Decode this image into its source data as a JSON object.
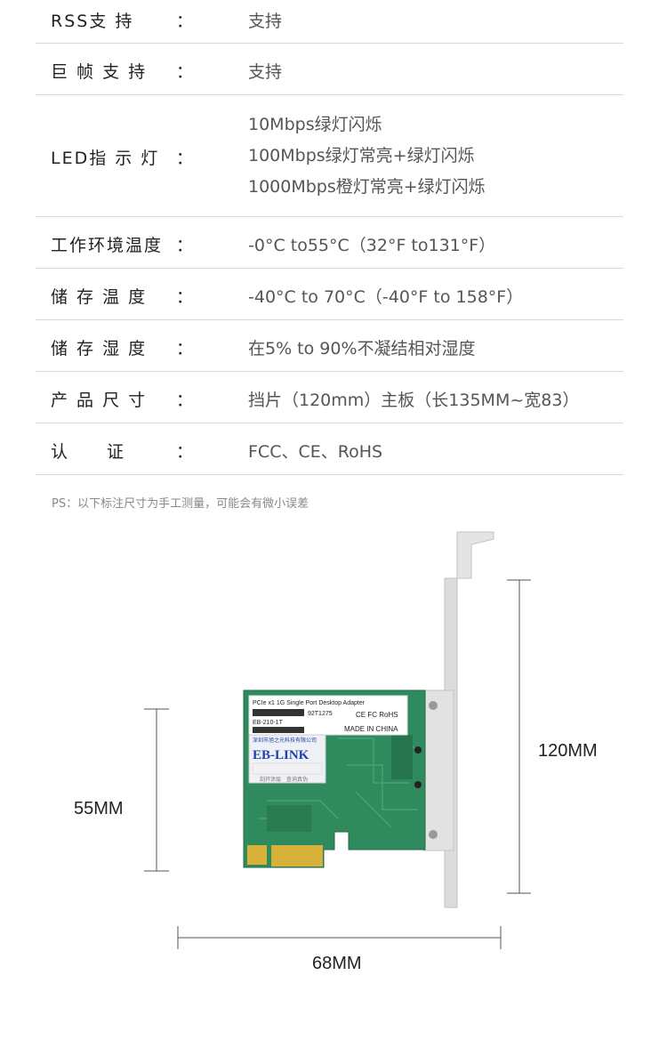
{
  "specs": [
    {
      "label": "RSS支 持",
      "colon": "：",
      "value": [
        "支持"
      ]
    },
    {
      "label": "巨 帧 支 持",
      "colon": "：",
      "value": [
        "支持"
      ]
    },
    {
      "label": "LED指 示 灯",
      "colon": "：",
      "value": [
        "10Mbps绿灯闪烁",
        "100Mbps绿灯常亮+绿灯闪烁",
        "1000Mbps橙灯常亮+绿灯闪烁"
      ]
    },
    {
      "label": "工作环境温度",
      "colon": "：",
      "value": [
        "-0°C to55°C（32°F to131°F）"
      ]
    },
    {
      "label": "储 存 温 度",
      "colon": "：",
      "value": [
        "-40°C to 70°C（-40°F to 158°F）"
      ]
    },
    {
      "label": "储 存 湿 度",
      "colon": "：",
      "value": [
        "在5% to 90%不凝结相对湿度"
      ]
    },
    {
      "label": "产 品 尺 寸",
      "colon": "：",
      "value": [
        "挡片（120mm）主板（长135MM~宽83）"
      ]
    },
    {
      "label": "认　　证",
      "colon": "：",
      "value": [
        "FCC、CE、RoHS"
      ]
    }
  ],
  "note": "PS：以下标注尺寸为手工测量，可能会有微小误差",
  "dimensions": {
    "height_bracket": "120MM",
    "height_card": "55MM",
    "width_card": "68MM"
  },
  "card": {
    "sticker_line1": "PCIe x1 1G Single Port Desktop Adapter",
    "sticker_model": "EB-210-1T",
    "sticker_serial": "92T1275",
    "sticker_made": "MADE IN CHINA",
    "sticker_marks": "CE FC RoHS",
    "brand": "EB-LINK",
    "brand_company": "深圳市旭之光科技有限公司",
    "brand_slogan": "刮开涂层　查询真伪",
    "colors": {
      "pcb": "#2f8a5e",
      "bracket": "#dcdcdc",
      "gold": "#d6b23a",
      "brand_blue": "#1f3fae"
    }
  }
}
